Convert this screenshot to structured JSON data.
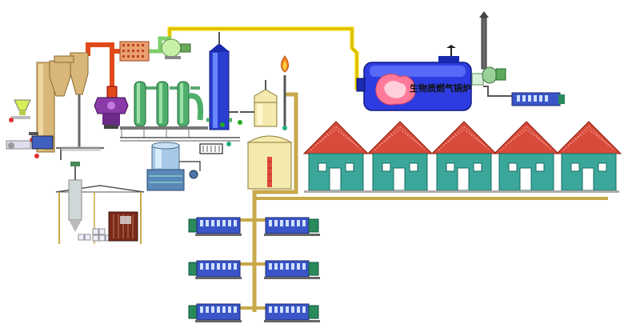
{
  "boiler": {
    "label": "生物质燃气锅炉"
  },
  "colors": {
    "pipe_yellow": "#f2d200",
    "pipe_tan": "#c8a94a",
    "pipe_red": "#e04a1a",
    "vessel_green": "#4fae6b",
    "tower_blue": "#2a3fd0",
    "boiler_blue": "#2d3ce0",
    "roof_red": "#d84a3a",
    "house_teal": "#3aa79a",
    "engine_blue": "#3a55c8",
    "tank_cream": "#f4eab0",
    "dryer_tan": "#d9b778"
  },
  "houses": [
    {
      "id": "house-1"
    },
    {
      "id": "house-2"
    },
    {
      "id": "house-3"
    },
    {
      "id": "house-4"
    },
    {
      "id": "house-5"
    }
  ],
  "generator_sets": [
    {
      "id": "genset-1"
    },
    {
      "id": "genset-2"
    },
    {
      "id": "genset-3"
    },
    {
      "id": "genset-4"
    },
    {
      "id": "genset-5"
    },
    {
      "id": "genset-6"
    }
  ]
}
